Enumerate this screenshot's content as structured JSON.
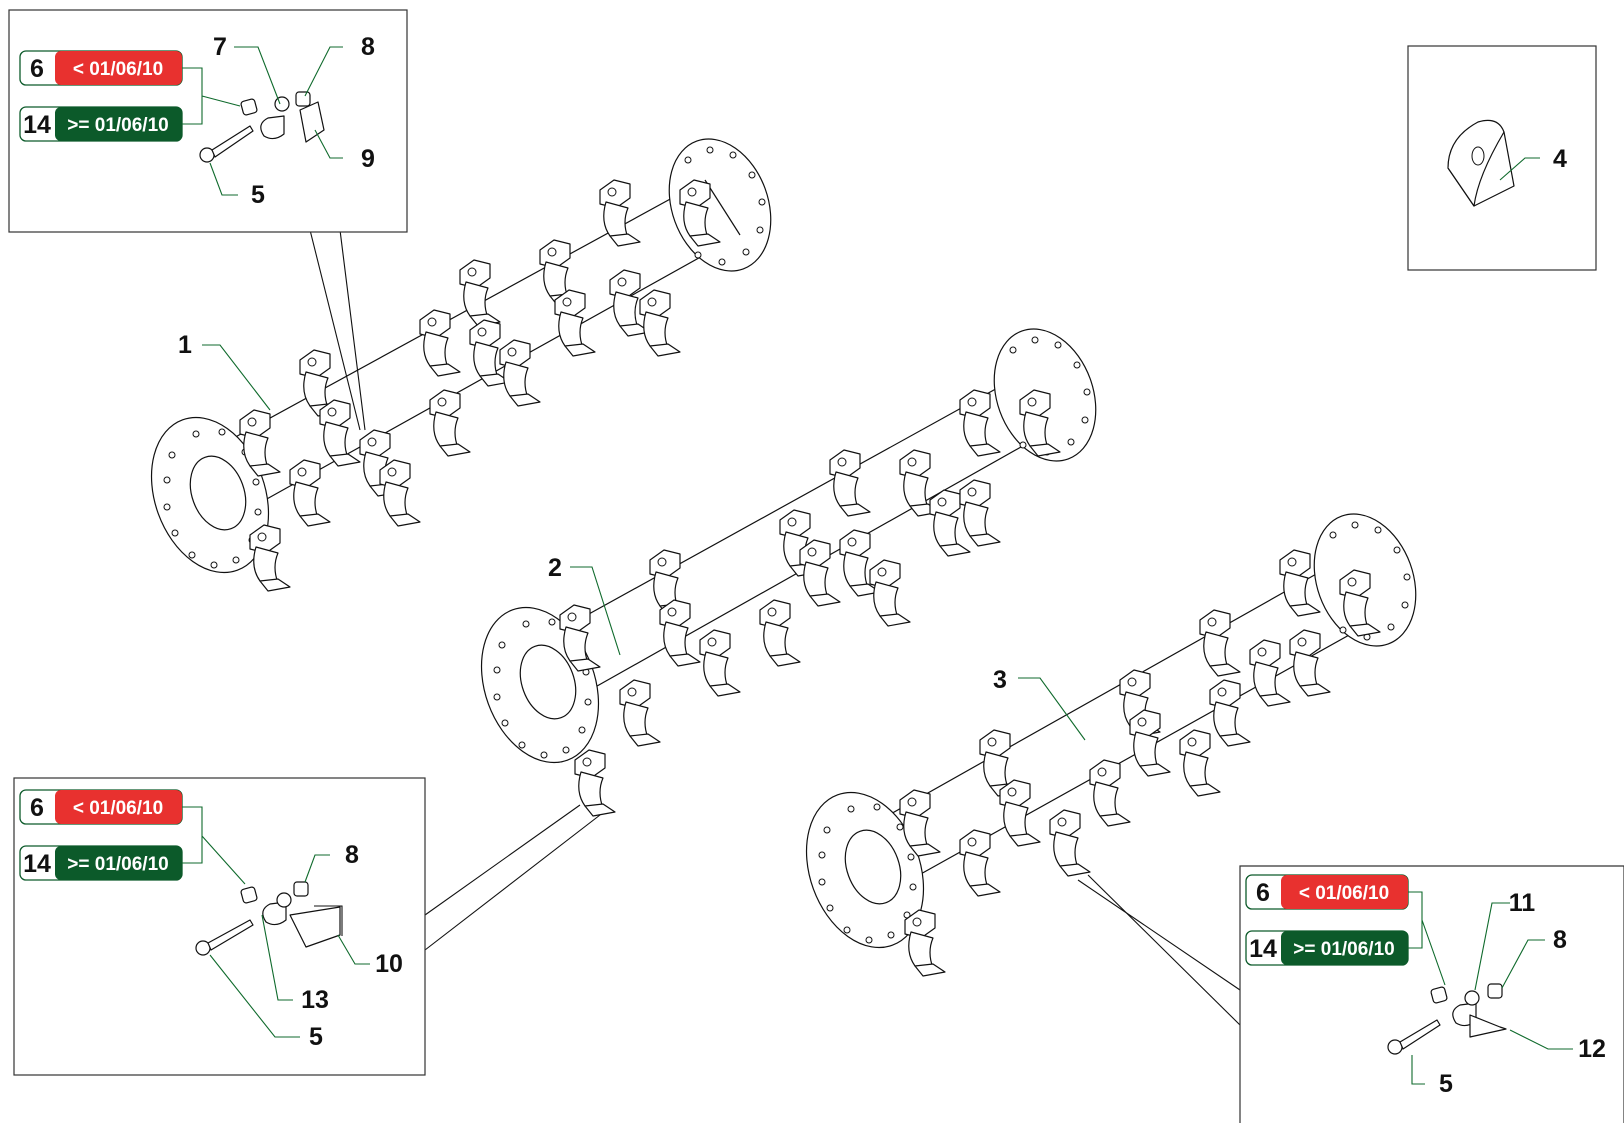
{
  "colors": {
    "before_date": "#e8312f",
    "after_date": "#0c5a2a",
    "leader": "#0f6a2c"
  },
  "callouts": {
    "rotor_1": "1",
    "rotor_2": "2",
    "rotor_3": "3",
    "part_4": "4",
    "inset_a": {
      "p7": "7",
      "p8": "8",
      "p9": "9",
      "p5": "5"
    },
    "inset_b": {
      "p8": "8",
      "p10": "10",
      "p13": "13",
      "p5": "5"
    },
    "inset_c": {
      "p11": "11",
      "p8": "8",
      "p12": "12",
      "p5": "5"
    }
  },
  "badges": {
    "before": {
      "part": "6",
      "date": "< 01/06/10"
    },
    "after": {
      "part": "14",
      "date": ">= 01/06/10"
    }
  }
}
